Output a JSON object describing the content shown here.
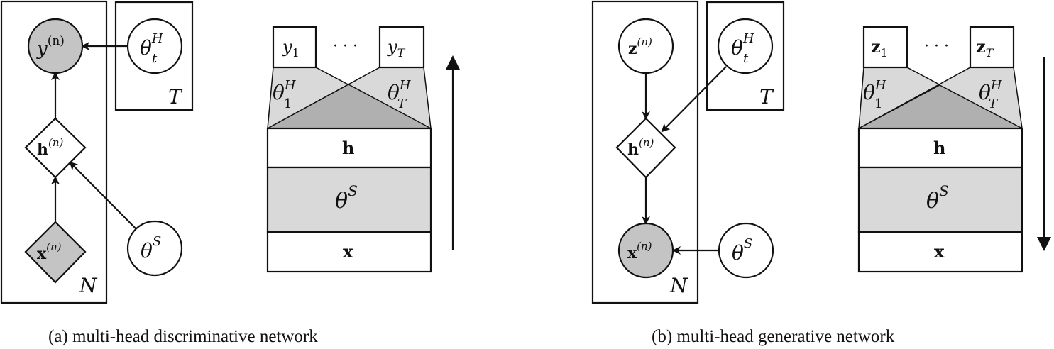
{
  "panel_a": {
    "caption": "(a) multi-head discriminative network",
    "plate_N": "N",
    "plate_T": "T",
    "nodes": {
      "y": {
        "base": "y",
        "sup": "(n)",
        "style": "observed-circle"
      },
      "h": {
        "base": "h",
        "sup": "(n)",
        "style": "deterministic-diamond"
      },
      "x": {
        "base": "x",
        "sup": "(n)",
        "style": "observed-diamond"
      },
      "theta_t_H": {
        "base": "θ",
        "sup": "H",
        "sub": "t"
      },
      "theta_S": {
        "base": "θ",
        "sup": "S"
      }
    },
    "stack": {
      "heads": [
        {
          "base": "y",
          "sub": "1"
        },
        {
          "base": "y",
          "sub": "T"
        }
      ],
      "ellipsis": "· · ·",
      "head_params": [
        {
          "base": "θ",
          "sup": "H",
          "sub": "1"
        },
        {
          "base": "θ",
          "sup": "H",
          "sub": "T"
        }
      ],
      "h_label": "h",
      "shared_label": {
        "base": "θ",
        "sup": "S"
      },
      "x_label": "x",
      "direction": "up"
    }
  },
  "panel_b": {
    "caption": "(b) multi-head generative network",
    "plate_N": "N",
    "plate_T": "T",
    "nodes": {
      "z": {
        "base": "z",
        "sup": "(n)",
        "style": "latent-circle"
      },
      "h": {
        "base": "h",
        "sup": "(n)",
        "style": "deterministic-diamond"
      },
      "x": {
        "base": "x",
        "sup": "(n)",
        "style": "observed-circle"
      },
      "theta_t_H": {
        "base": "θ",
        "sup": "H",
        "sub": "t"
      },
      "theta_S": {
        "base": "θ",
        "sup": "S"
      }
    },
    "stack": {
      "heads": [
        {
          "base": "z",
          "sub": "1"
        },
        {
          "base": "z",
          "sub": "T"
        }
      ],
      "ellipsis": "· · ·",
      "head_params": [
        {
          "base": "θ",
          "sup": "H",
          "sub": "1"
        },
        {
          "base": "θ",
          "sup": "H",
          "sub": "T"
        }
      ],
      "h_label": "h",
      "shared_label": {
        "base": "θ",
        "sup": "S"
      },
      "x_label": "x",
      "direction": "down"
    }
  },
  "colors": {
    "observed_fill": "#c4c4c4",
    "light_fill": "#d9d9d9",
    "dark_fill": "#b0b0b0",
    "stroke": "#111111"
  }
}
